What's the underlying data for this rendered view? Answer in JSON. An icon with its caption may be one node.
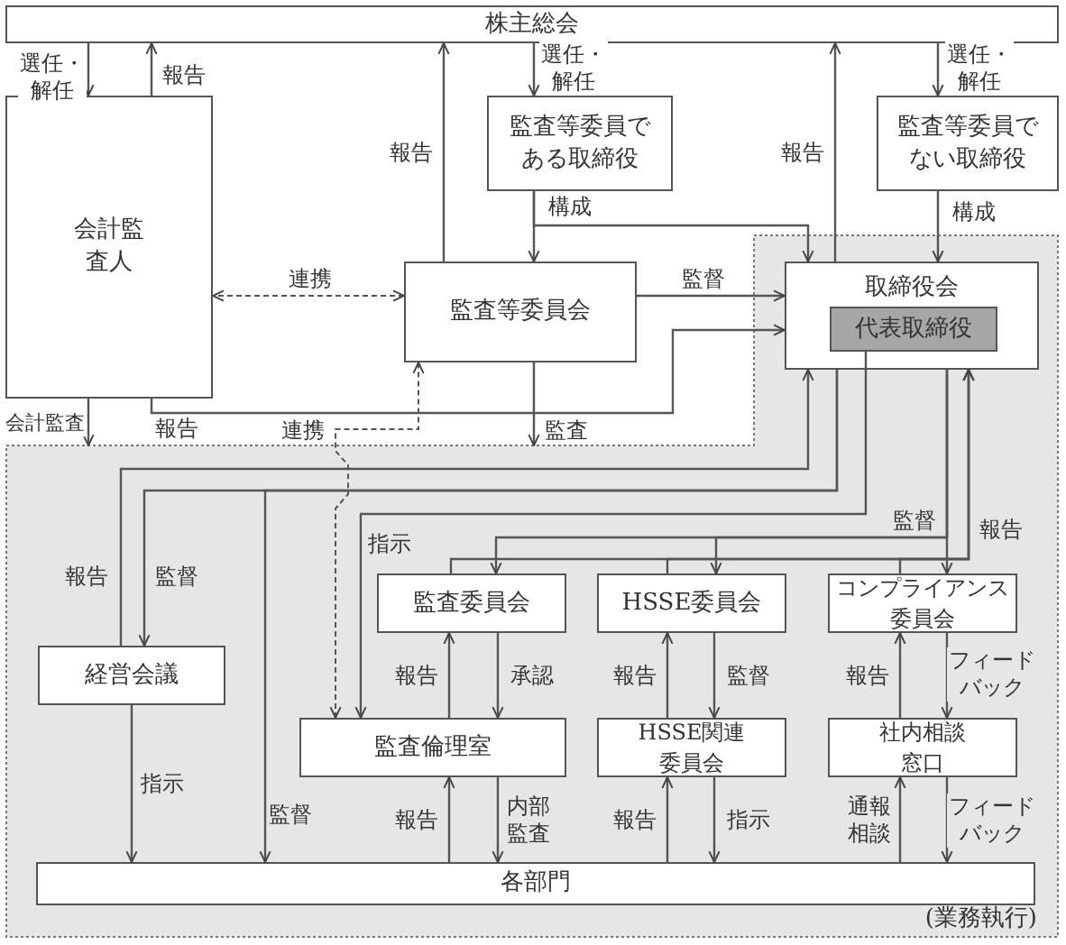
{
  "diagram": {
    "nodes": [
      {
        "text": [
          "株主総会"
        ]
      },
      {
        "text": [
          "会計監査人"
        ]
      },
      {
        "text": [
          "監査等委員である取締役"
        ]
      },
      {
        "text": [
          "監査等委員でない取締役"
        ]
      },
      {
        "text": [
          "監査等委員会"
        ]
      },
      {
        "text": [
          "(業務執行)"
        ]
      },
      {
        "text": [
          "取締役会"
        ],
        "in": 5
      },
      {
        "text": [
          "代表取締役"
        ],
        "in": 6
      },
      {
        "text": [
          "経営会議"
        ],
        "in": 5
      },
      {
        "text": [
          "監査委員会"
        ],
        "in": 5
      },
      {
        "text": [
          "HSSE委員会"
        ],
        "in": 5
      },
      {
        "text": [
          "コンプライアンス委員会"
        ],
        "in": 5
      },
      {
        "text": [
          "監査倫理室"
        ],
        "in": 5
      },
      {
        "text": [
          "HSSE関連委員会"
        ],
        "in": 5
      },
      {
        "text": [
          "社内相談窓口"
        ],
        "in": 5
      },
      {
        "text": [
          "各部門"
        ],
        "in": 5
      }
    ],
    "edges": [
      {
        "from": 0,
        "to": 1,
        "arrow": "to",
        "label": "選任・解任"
      },
      {
        "from": 1,
        "to": 0,
        "arrow": "to",
        "label": "報告"
      },
      {
        "from": 0,
        "to": 2,
        "arrow": "to",
        "label": "選任・解任"
      },
      {
        "from": 0,
        "to": 3,
        "arrow": "to",
        "label": "選任・解任"
      },
      {
        "from": 4,
        "to": 0,
        "arrow": "to",
        "label": "報告"
      },
      {
        "from": 6,
        "to": 0,
        "arrow": "to",
        "label": "報告"
      },
      {
        "from": 2,
        "to": 4,
        "arrow": "to",
        "label": "構成"
      },
      {
        "from": 2,
        "to": 6,
        "arrow": "to"
      },
      {
        "from": 3,
        "to": 6,
        "arrow": "to",
        "label": "構成"
      },
      {
        "from": 4,
        "to": 1,
        "arrow": "both",
        "label": "連携",
        "style": "dashed"
      },
      {
        "from": 4,
        "to": 6,
        "arrow": "to",
        "label": "監督"
      },
      {
        "from": 1,
        "to": 6,
        "arrow": "to",
        "label": "報告"
      },
      {
        "from": 1,
        "to": 5,
        "arrow": "to",
        "label": "会計監査"
      },
      {
        "from": 4,
        "to": 5,
        "arrow": "to",
        "label": "監査"
      },
      {
        "from": 12,
        "to": 4,
        "arrow": "both",
        "label": "連携",
        "style": "dashed"
      },
      {
        "from": 8,
        "to": 6,
        "arrow": "to",
        "label": "報告"
      },
      {
        "from": 6,
        "to": 8,
        "arrow": "to",
        "label": "監督"
      },
      {
        "from": 6,
        "to": 15,
        "arrow": "to",
        "label": "監督"
      },
      {
        "from": 7,
        "to": 12,
        "arrow": "to",
        "label": "指示"
      },
      {
        "from": 6,
        "to": 9,
        "arrow": "to"
      },
      {
        "from": 6,
        "to": 10,
        "arrow": "to"
      },
      {
        "from": 6,
        "to": 11,
        "arrow": "to",
        "label": "監督"
      },
      {
        "from": 9,
        "to": 6,
        "arrow": "to"
      },
      {
        "from": 10,
        "to": 6,
        "arrow": "to"
      },
      {
        "from": 11,
        "to": 6,
        "arrow": "to",
        "label": "報告"
      },
      {
        "from": 8,
        "to": 15,
        "arrow": "to",
        "label": "指示"
      },
      {
        "from": 12,
        "to": 9,
        "arrow": "to",
        "label": "報告"
      },
      {
        "from": 9,
        "to": 12,
        "arrow": "to",
        "label": "承認"
      },
      {
        "from": 15,
        "to": 12,
        "arrow": "to",
        "label": "報告"
      },
      {
        "from": 12,
        "to": 15,
        "arrow": "to",
        "label": "内部監査"
      },
      {
        "from": 13,
        "to": 10,
        "arrow": "to",
        "label": "報告"
      },
      {
        "from": 10,
        "to": 13,
        "arrow": "to",
        "label": "監督"
      },
      {
        "from": 15,
        "to": 13,
        "arrow": "to",
        "label": "報告"
      },
      {
        "from": 13,
        "to": 15,
        "arrow": "to",
        "label": "指示"
      },
      {
        "from": 14,
        "to": 11,
        "arrow": "to",
        "label": "報告"
      },
      {
        "from": 11,
        "to": 14,
        "arrow": "to",
        "label": "フィードバック"
      },
      {
        "from": 15,
        "to": 14,
        "arrow": "to",
        "label": "通報相談"
      },
      {
        "from": 14,
        "to": 15,
        "arrow": "to",
        "label": "フィードバック"
      }
    ]
  }
}
